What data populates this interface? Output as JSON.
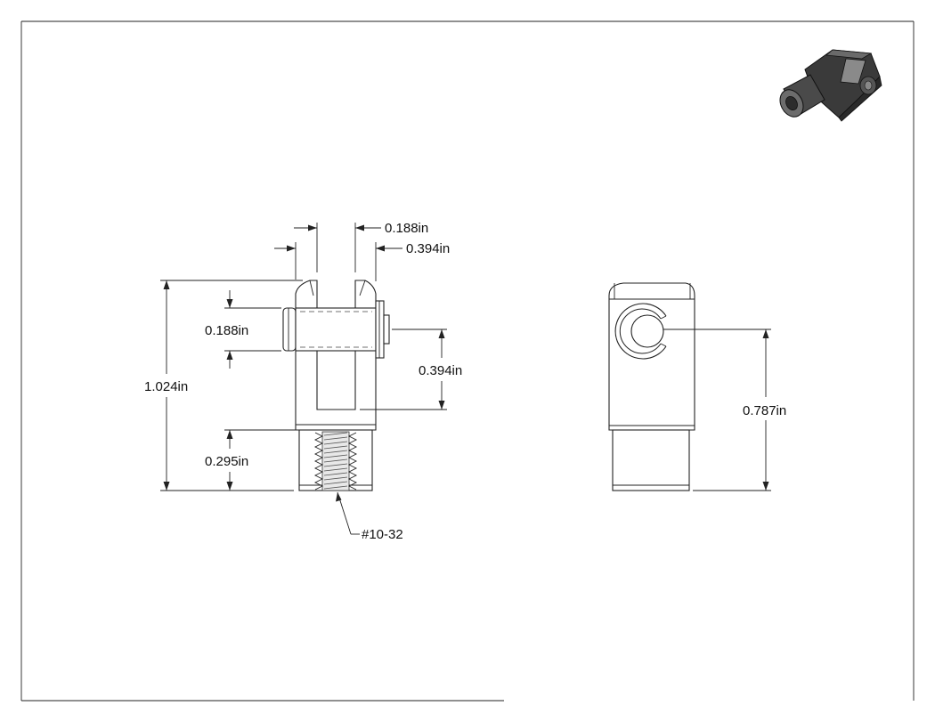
{
  "dimensions": {
    "slot_width": "0.188in",
    "clevis_width": "0.394in",
    "pin_diameter": "0.188in",
    "pin_to_slot_bottom": "0.394in",
    "overall_length": "1.024in",
    "thread_depth": "0.295in",
    "pin_height": "0.787in"
  },
  "callouts": {
    "thread_spec": "#10-32"
  },
  "colors": {
    "line": "#222222",
    "iso_dark": "#3a3a3a",
    "iso_mid": "#5c5c5c",
    "iso_light": "#8a8a8a"
  }
}
